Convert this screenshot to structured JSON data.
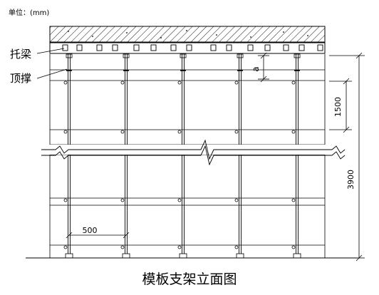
{
  "unit_label": "单位：(mm)",
  "callouts": {
    "tuoliang": "托梁",
    "dingcheng": "顶撑"
  },
  "caption": "模板支架立面图",
  "dimensions": {
    "height_a": "a",
    "spacing_1500": "1500",
    "total_3900": "3900",
    "post_spacing_500": "500"
  }
}
